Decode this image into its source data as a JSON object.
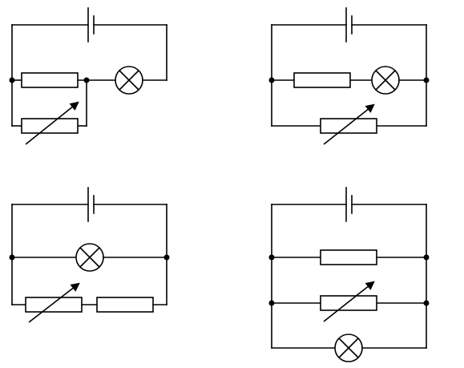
{
  "diagrams": [
    {
      "id": "circuit-a",
      "components": [
        "battery",
        "resistor",
        "lamp",
        "variable-resistor"
      ]
    },
    {
      "id": "circuit-b",
      "components": [
        "battery",
        "resistor",
        "lamp",
        "variable-resistor"
      ]
    },
    {
      "id": "circuit-c",
      "components": [
        "battery",
        "lamp",
        "variable-resistor",
        "resistor"
      ]
    },
    {
      "id": "circuit-d",
      "components": [
        "battery",
        "resistor",
        "variable-resistor",
        "lamp"
      ]
    }
  ]
}
